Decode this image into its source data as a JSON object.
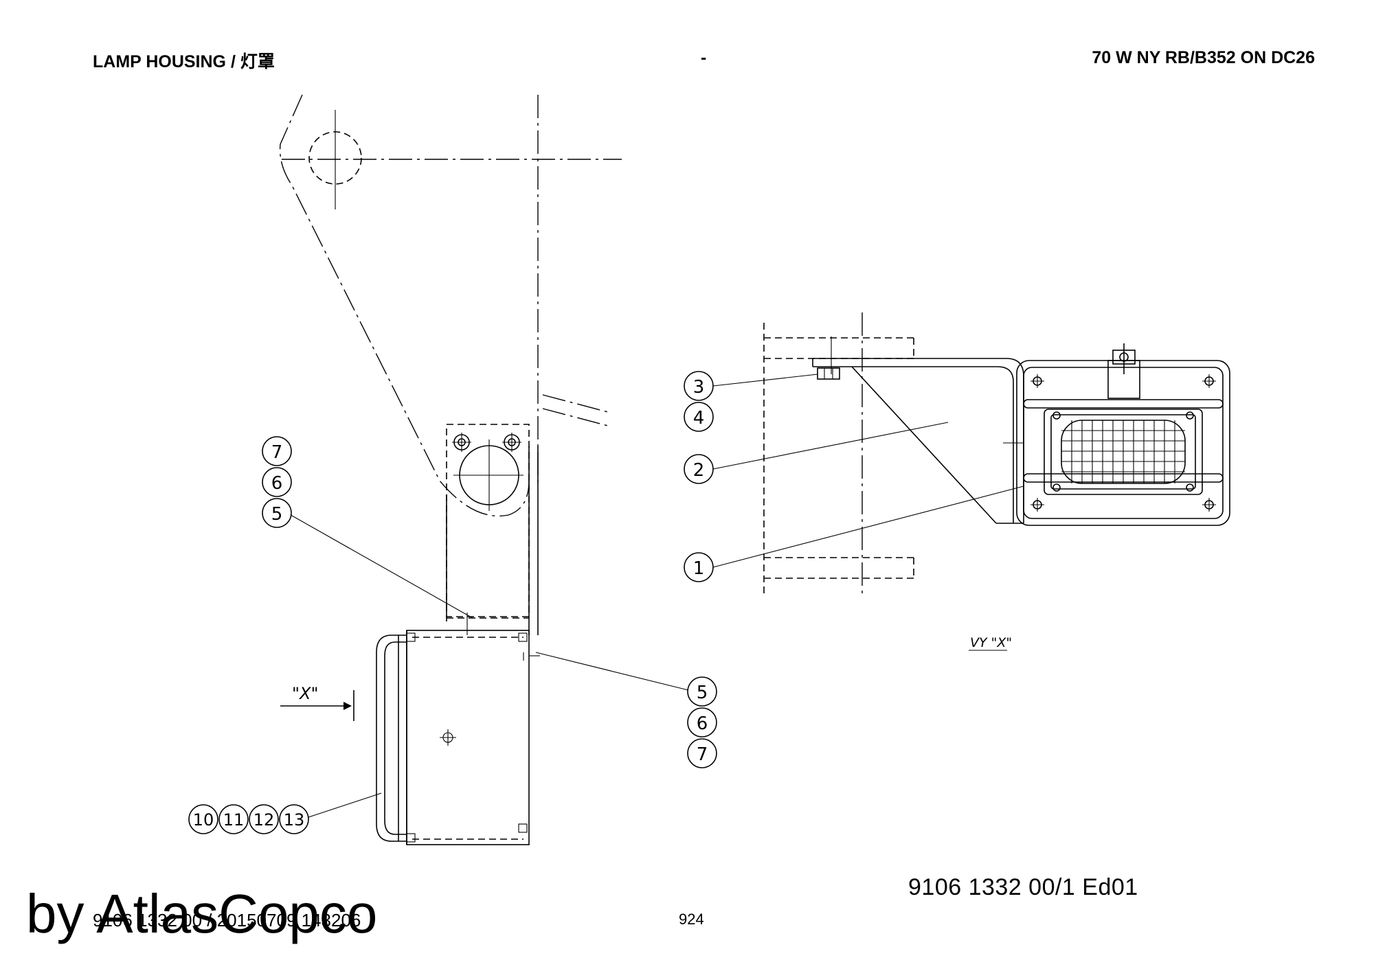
{
  "header": {
    "left": "LAMP HOUSING / 灯罩",
    "middle": "-",
    "right": "70 W NY RB/B352 ON DC26"
  },
  "footer": {
    "doc_number": "9106 1332 00/1  Ed01",
    "page_number": "924",
    "drawing_id": "9106 1332 00 / 20150709 143206",
    "watermark": "by AtlasCopco"
  },
  "callouts": {
    "left_top": [
      "7",
      "6",
      "5"
    ],
    "left_right": [
      "5",
      "6",
      "7"
    ],
    "left_bottom": [
      "10",
      "11",
      "12",
      "13"
    ],
    "right_view": [
      "3",
      "4",
      "2",
      "1"
    ]
  },
  "view_labels": {
    "direction_marker": "\"X\"",
    "view_title": "VY \"X\""
  }
}
